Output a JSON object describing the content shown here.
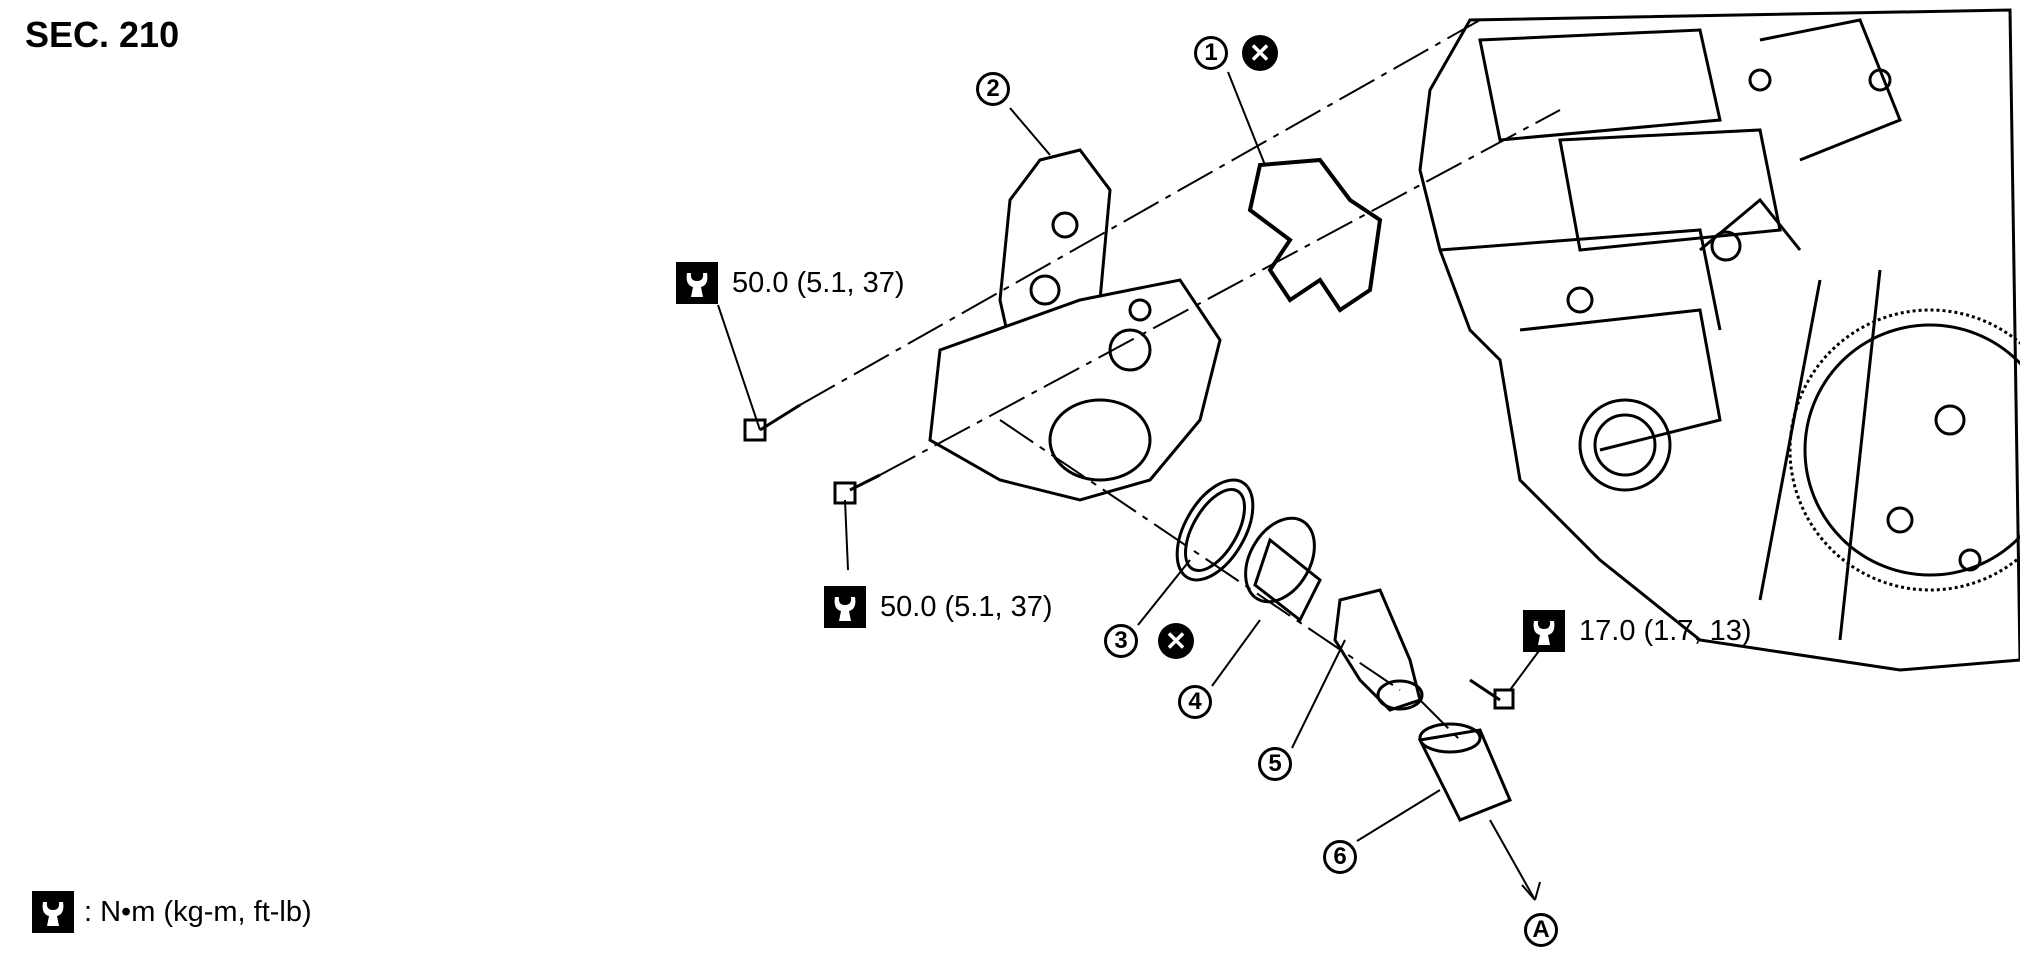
{
  "section": "SEC. 210",
  "torques": [
    {
      "value": "50.0 (5.1, 37)"
    },
    {
      "value": "50.0 (5.1, 37)"
    },
    {
      "value": "17.0 (1.7, 13)"
    }
  ],
  "legend": {
    "text": ": N•m (kg-m, ft-lb)"
  },
  "callouts": [
    "1",
    "2",
    "3",
    "4",
    "5",
    "6",
    "A"
  ],
  "icons": {
    "torque": "wrench-icon",
    "replace": "do-not-reuse-x-icon"
  }
}
